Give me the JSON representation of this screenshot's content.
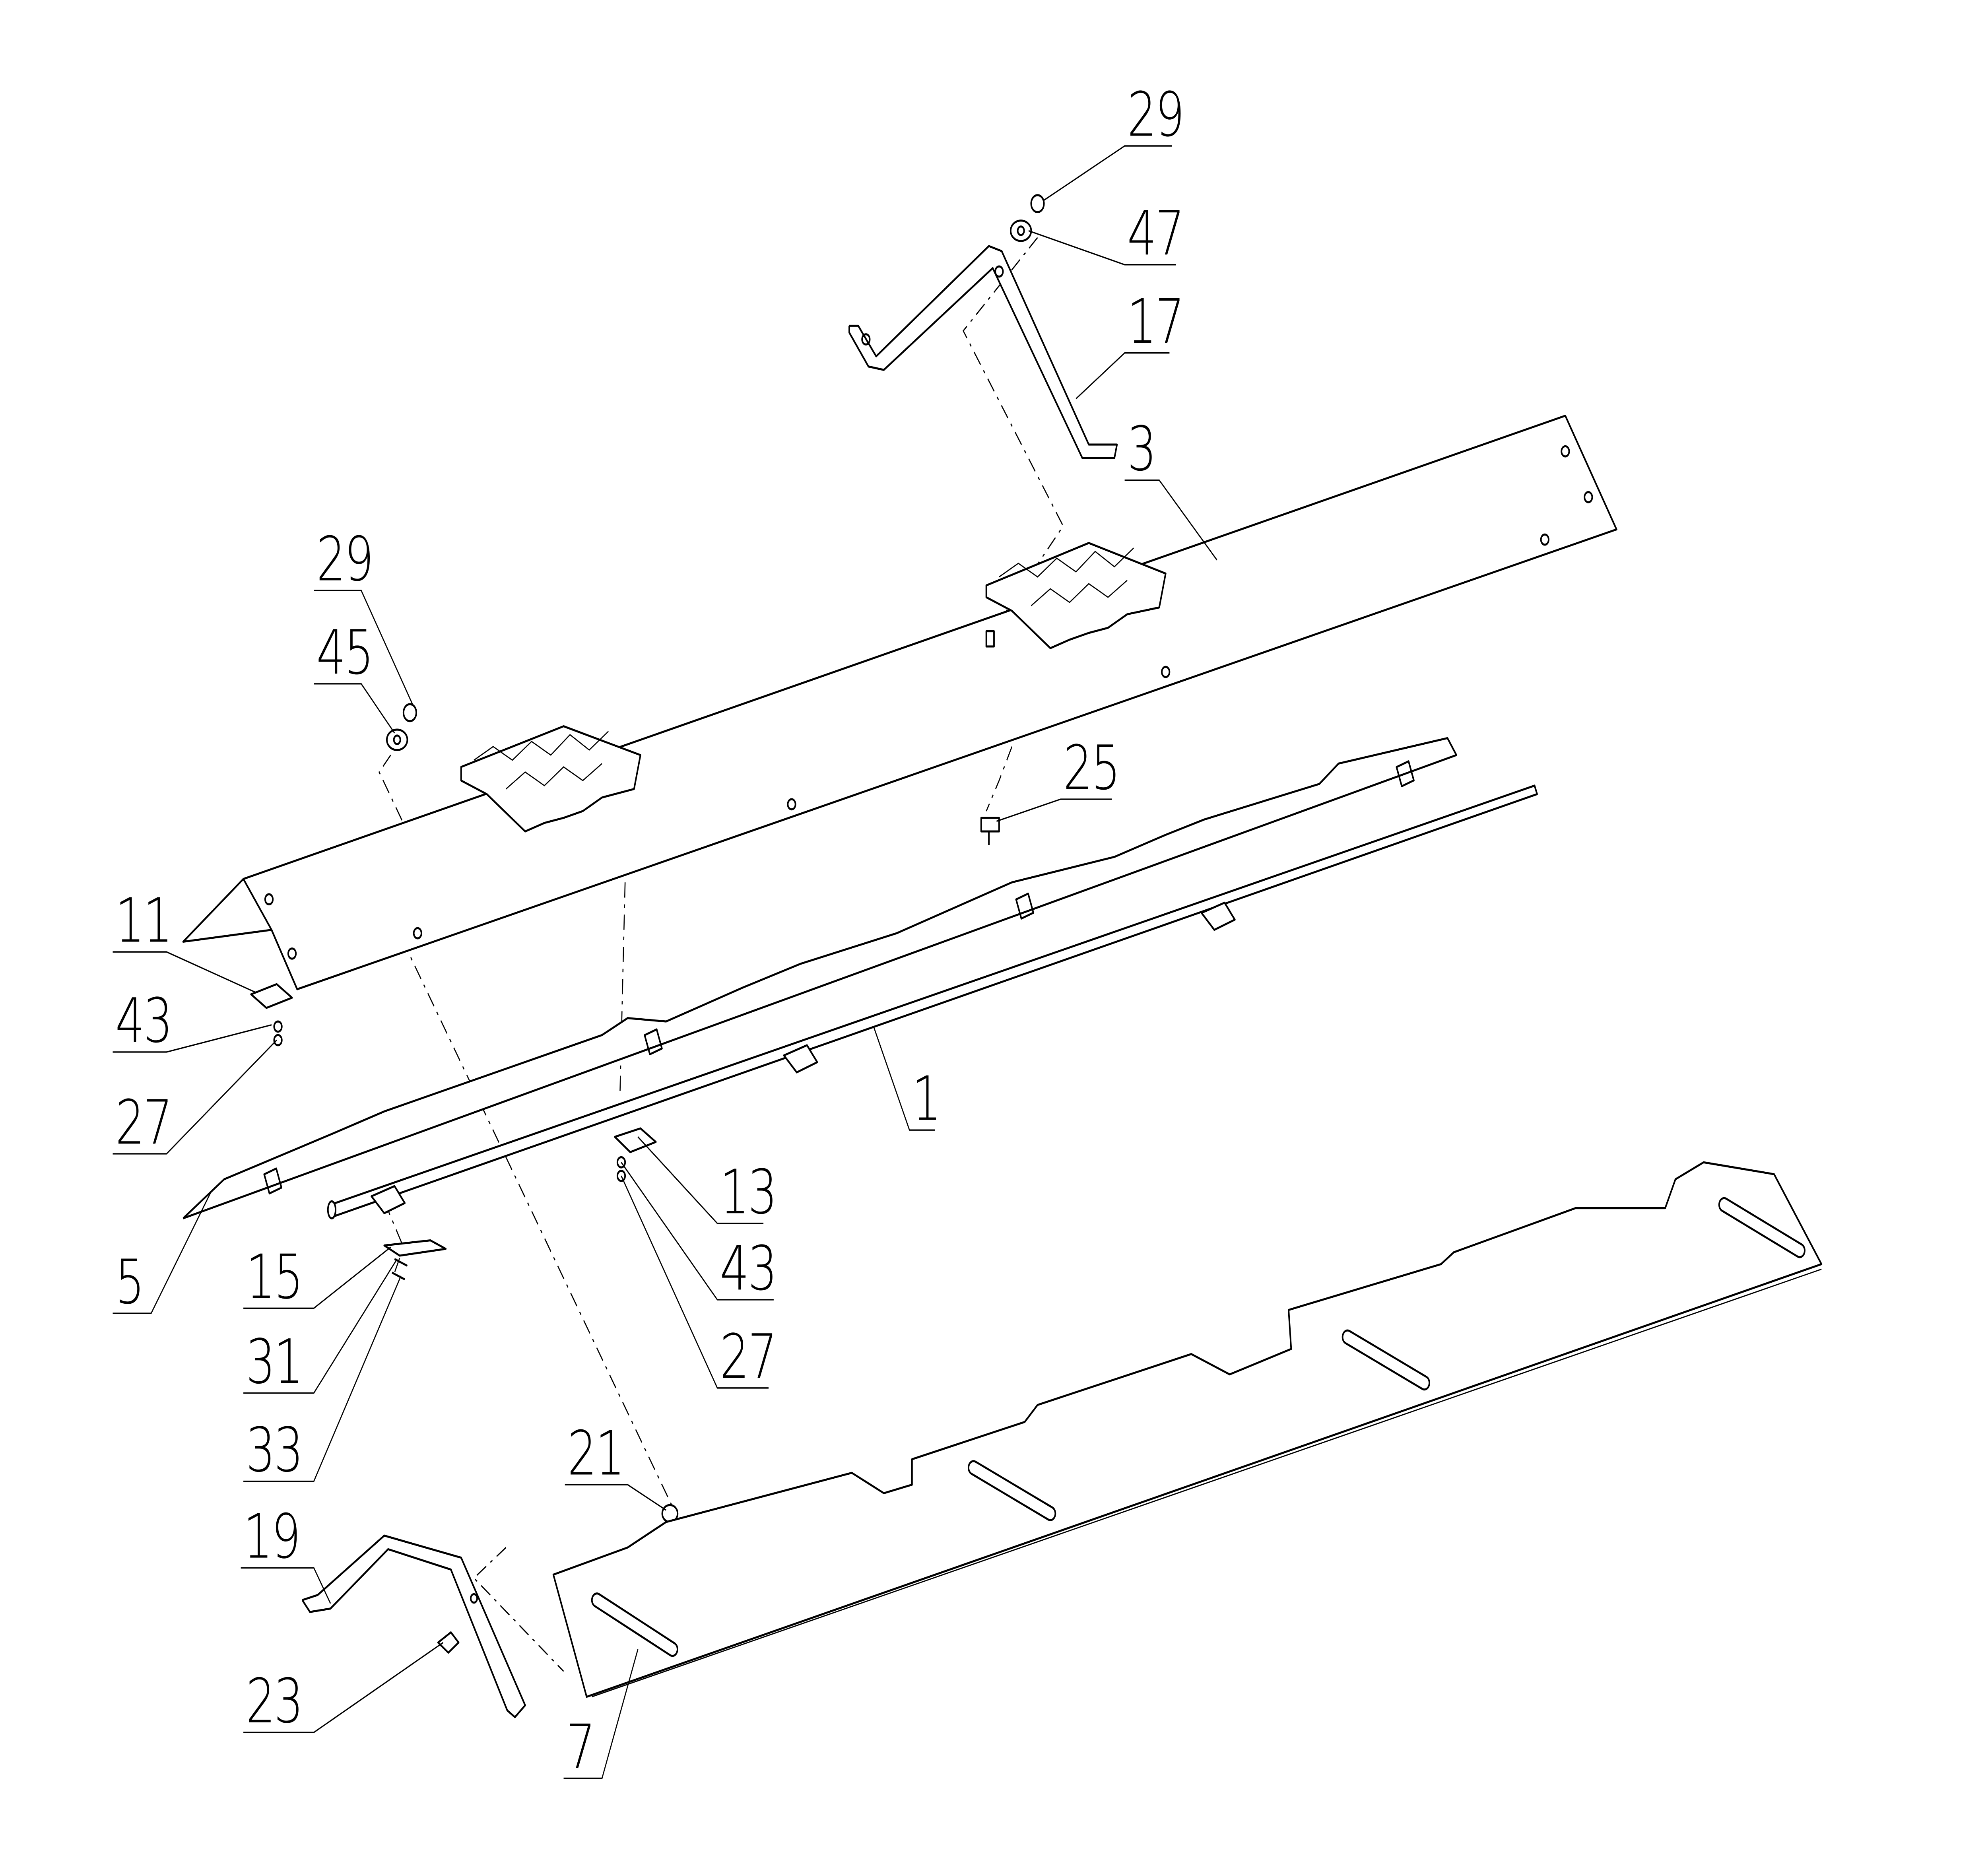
{
  "drawing": {
    "callouts": [
      {
        "id": "c29a",
        "text": "29"
      },
      {
        "id": "c47",
        "text": "47"
      },
      {
        "id": "c17",
        "text": "17"
      },
      {
        "id": "c3",
        "text": "3"
      },
      {
        "id": "c29b",
        "text": "29"
      },
      {
        "id": "c45",
        "text": "45"
      },
      {
        "id": "c25",
        "text": "25"
      },
      {
        "id": "c11",
        "text": "11"
      },
      {
        "id": "c43a",
        "text": "43"
      },
      {
        "id": "c27a",
        "text": "27"
      },
      {
        "id": "c1",
        "text": "1"
      },
      {
        "id": "c13",
        "text": "13"
      },
      {
        "id": "c43b",
        "text": "43"
      },
      {
        "id": "c27b",
        "text": "27"
      },
      {
        "id": "c5",
        "text": "5"
      },
      {
        "id": "c15",
        "text": "15"
      },
      {
        "id": "c31",
        "text": "31"
      },
      {
        "id": "c33",
        "text": "33"
      },
      {
        "id": "c21",
        "text": "21"
      },
      {
        "id": "c19",
        "text": "19"
      },
      {
        "id": "c23",
        "text": "23"
      },
      {
        "id": "c7",
        "text": "7"
      }
    ]
  }
}
